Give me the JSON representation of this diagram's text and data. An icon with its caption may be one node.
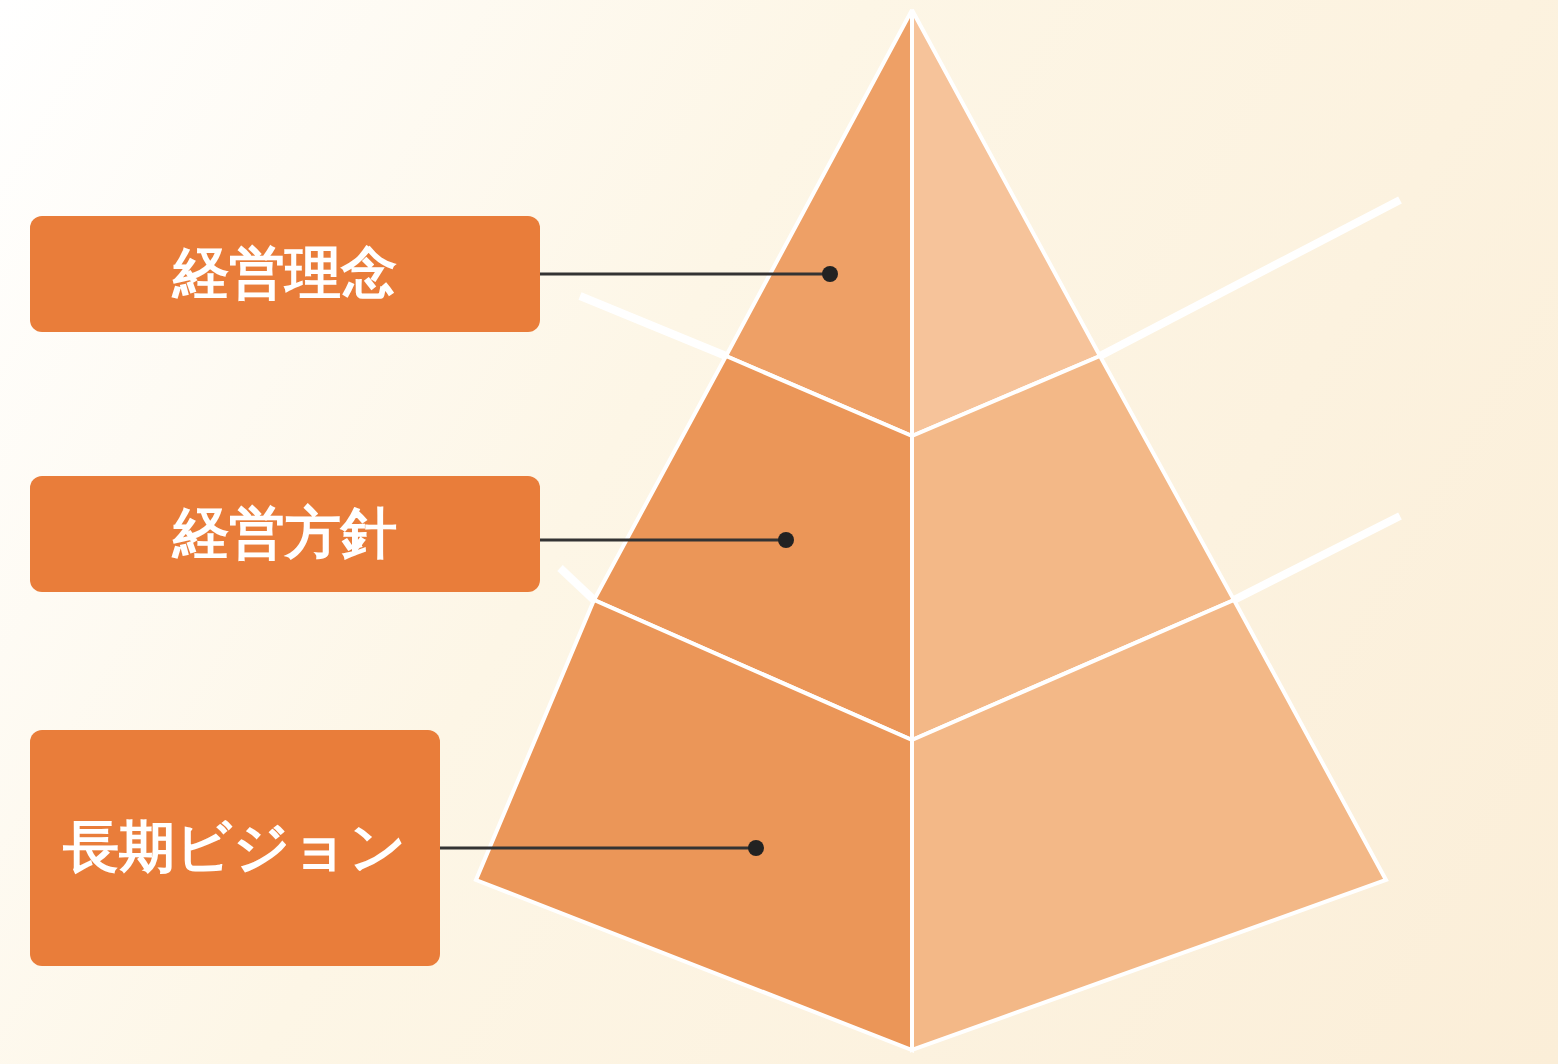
{
  "diagram": {
    "nodes": [
      {
        "text": [
          "経営理念"
        ]
      },
      {
        "text": [],
        "shape": "triangle"
      },
      {
        "text": [
          "経営方針"
        ]
      },
      {
        "text": [],
        "shape": "trapezoid"
      },
      {
        "text": [
          "長期ビジョン"
        ]
      },
      {
        "text": [],
        "shape": "trapezoid"
      }
    ],
    "edges": [
      {
        "from": 0,
        "to": 1,
        "arrow": "other"
      },
      {
        "from": 2,
        "to": 3,
        "arrow": "other"
      },
      {
        "from": 4,
        "to": 5,
        "arrow": "other"
      }
    ]
  }
}
